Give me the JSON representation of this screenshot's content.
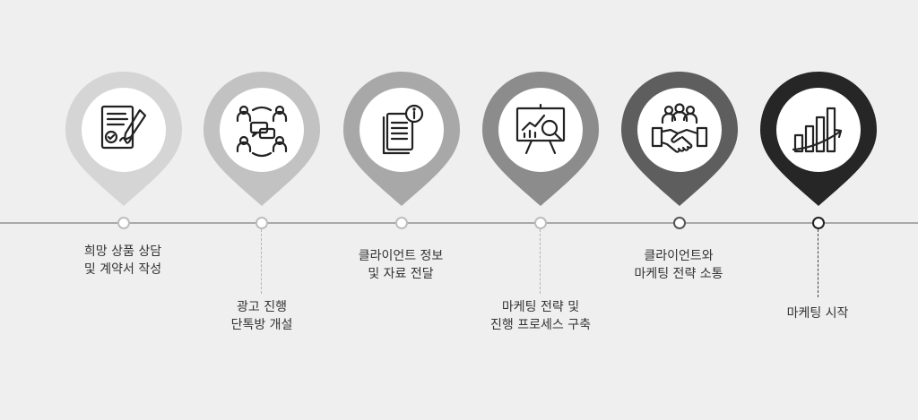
{
  "steps": [
    {
      "line1": "희망 상품 상담",
      "line2": "및 계약서 작성",
      "pin_color": "#d5d5d5",
      "icon": "contract-signing-icon"
    },
    {
      "line1": "광고 진행",
      "line2": "단톡방 개설",
      "pin_color": "#c2c2c2",
      "icon": "group-chat-icon"
    },
    {
      "line1": "클라이언트 정보",
      "line2": "및 자료 전달",
      "pin_color": "#a8a8a8",
      "icon": "document-info-icon"
    },
    {
      "line1": "마케팅 전략 및",
      "line2": "진행 프로세스 구축",
      "pin_color": "#8c8c8c",
      "icon": "presentation-analytics-icon"
    },
    {
      "line1": "클라이언트와",
      "line2": "마케팅 전략 소통",
      "pin_color": "#5e5e5e",
      "icon": "handshake-team-icon"
    },
    {
      "line1": "마케팅 시작",
      "line2": "",
      "pin_color": "#262626",
      "icon": "growth-chart-icon"
    }
  ],
  "colors": {
    "background": "#efefef",
    "line": "#a9a9a9",
    "text": "#333333"
  }
}
